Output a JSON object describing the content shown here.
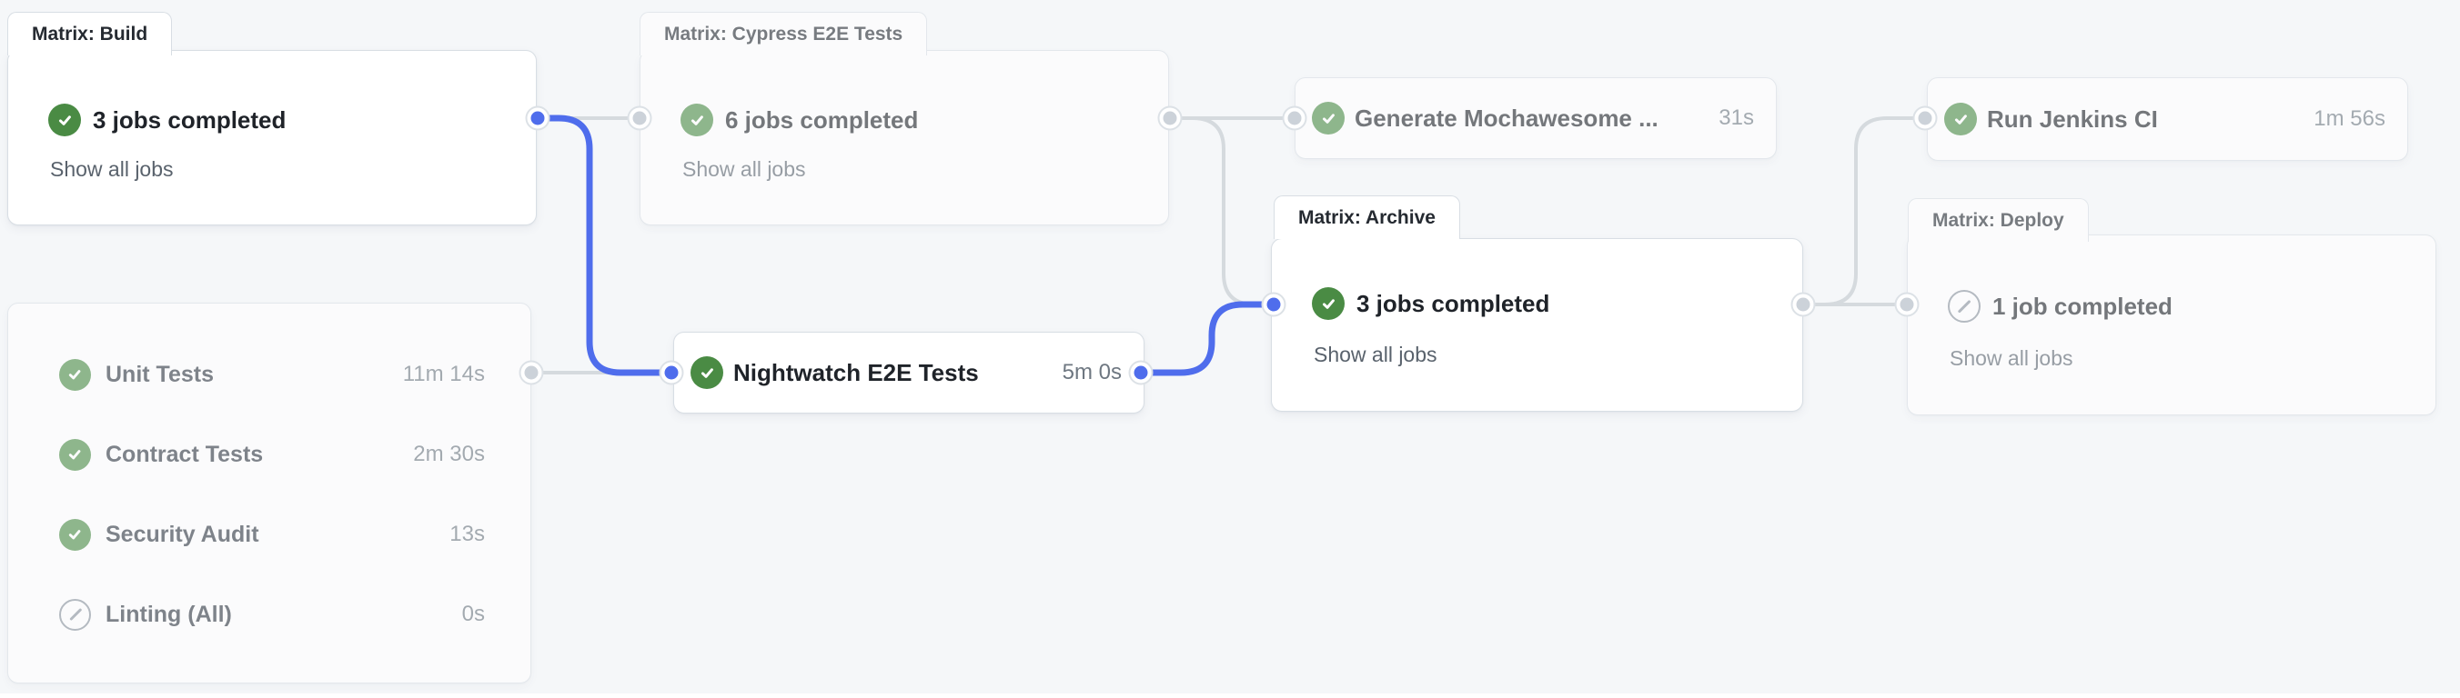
{
  "canvas": {
    "bg": "#f5f7f9",
    "accent_blue": "#4f6dec",
    "success_green": "#4a8b44",
    "edge_gray": "#d5dade",
    "card_border": "#d8dee4"
  },
  "nodes": {
    "build": {
      "tab": "Matrix: Build",
      "title": "3 jobs completed",
      "link": "Show all jobs",
      "status": "success",
      "highlighted": true
    },
    "cypress": {
      "tab": "Matrix: Cypress E2E Tests",
      "title": "6 jobs completed",
      "link": "Show all jobs",
      "status": "success",
      "highlighted": false
    },
    "generate": {
      "title": "Generate Mochawesome ...",
      "duration": "31s",
      "status": "success",
      "highlighted": false
    },
    "jenkins": {
      "title": "Run Jenkins CI",
      "duration": "1m 56s",
      "status": "success",
      "highlighted": false
    },
    "tests_group": {
      "jobs": [
        {
          "name": "Unit Tests",
          "duration": "11m 14s",
          "status": "success"
        },
        {
          "name": "Contract Tests",
          "duration": "2m 30s",
          "status": "success"
        },
        {
          "name": "Security Audit",
          "duration": "13s",
          "status": "success"
        },
        {
          "name": "Linting (All)",
          "duration": "0s",
          "status": "skipped"
        }
      ],
      "highlighted": false
    },
    "nightwatch": {
      "title": "Nightwatch E2E Tests",
      "duration": "5m 0s",
      "status": "success",
      "highlighted": true
    },
    "archive": {
      "tab": "Matrix: Archive",
      "title": "3 jobs completed",
      "link": "Show all jobs",
      "status": "success",
      "highlighted": true
    },
    "deploy": {
      "tab": "Matrix: Deploy",
      "title": "1 job completed",
      "link": "Show all jobs",
      "status": "skipped",
      "highlighted": false
    }
  }
}
